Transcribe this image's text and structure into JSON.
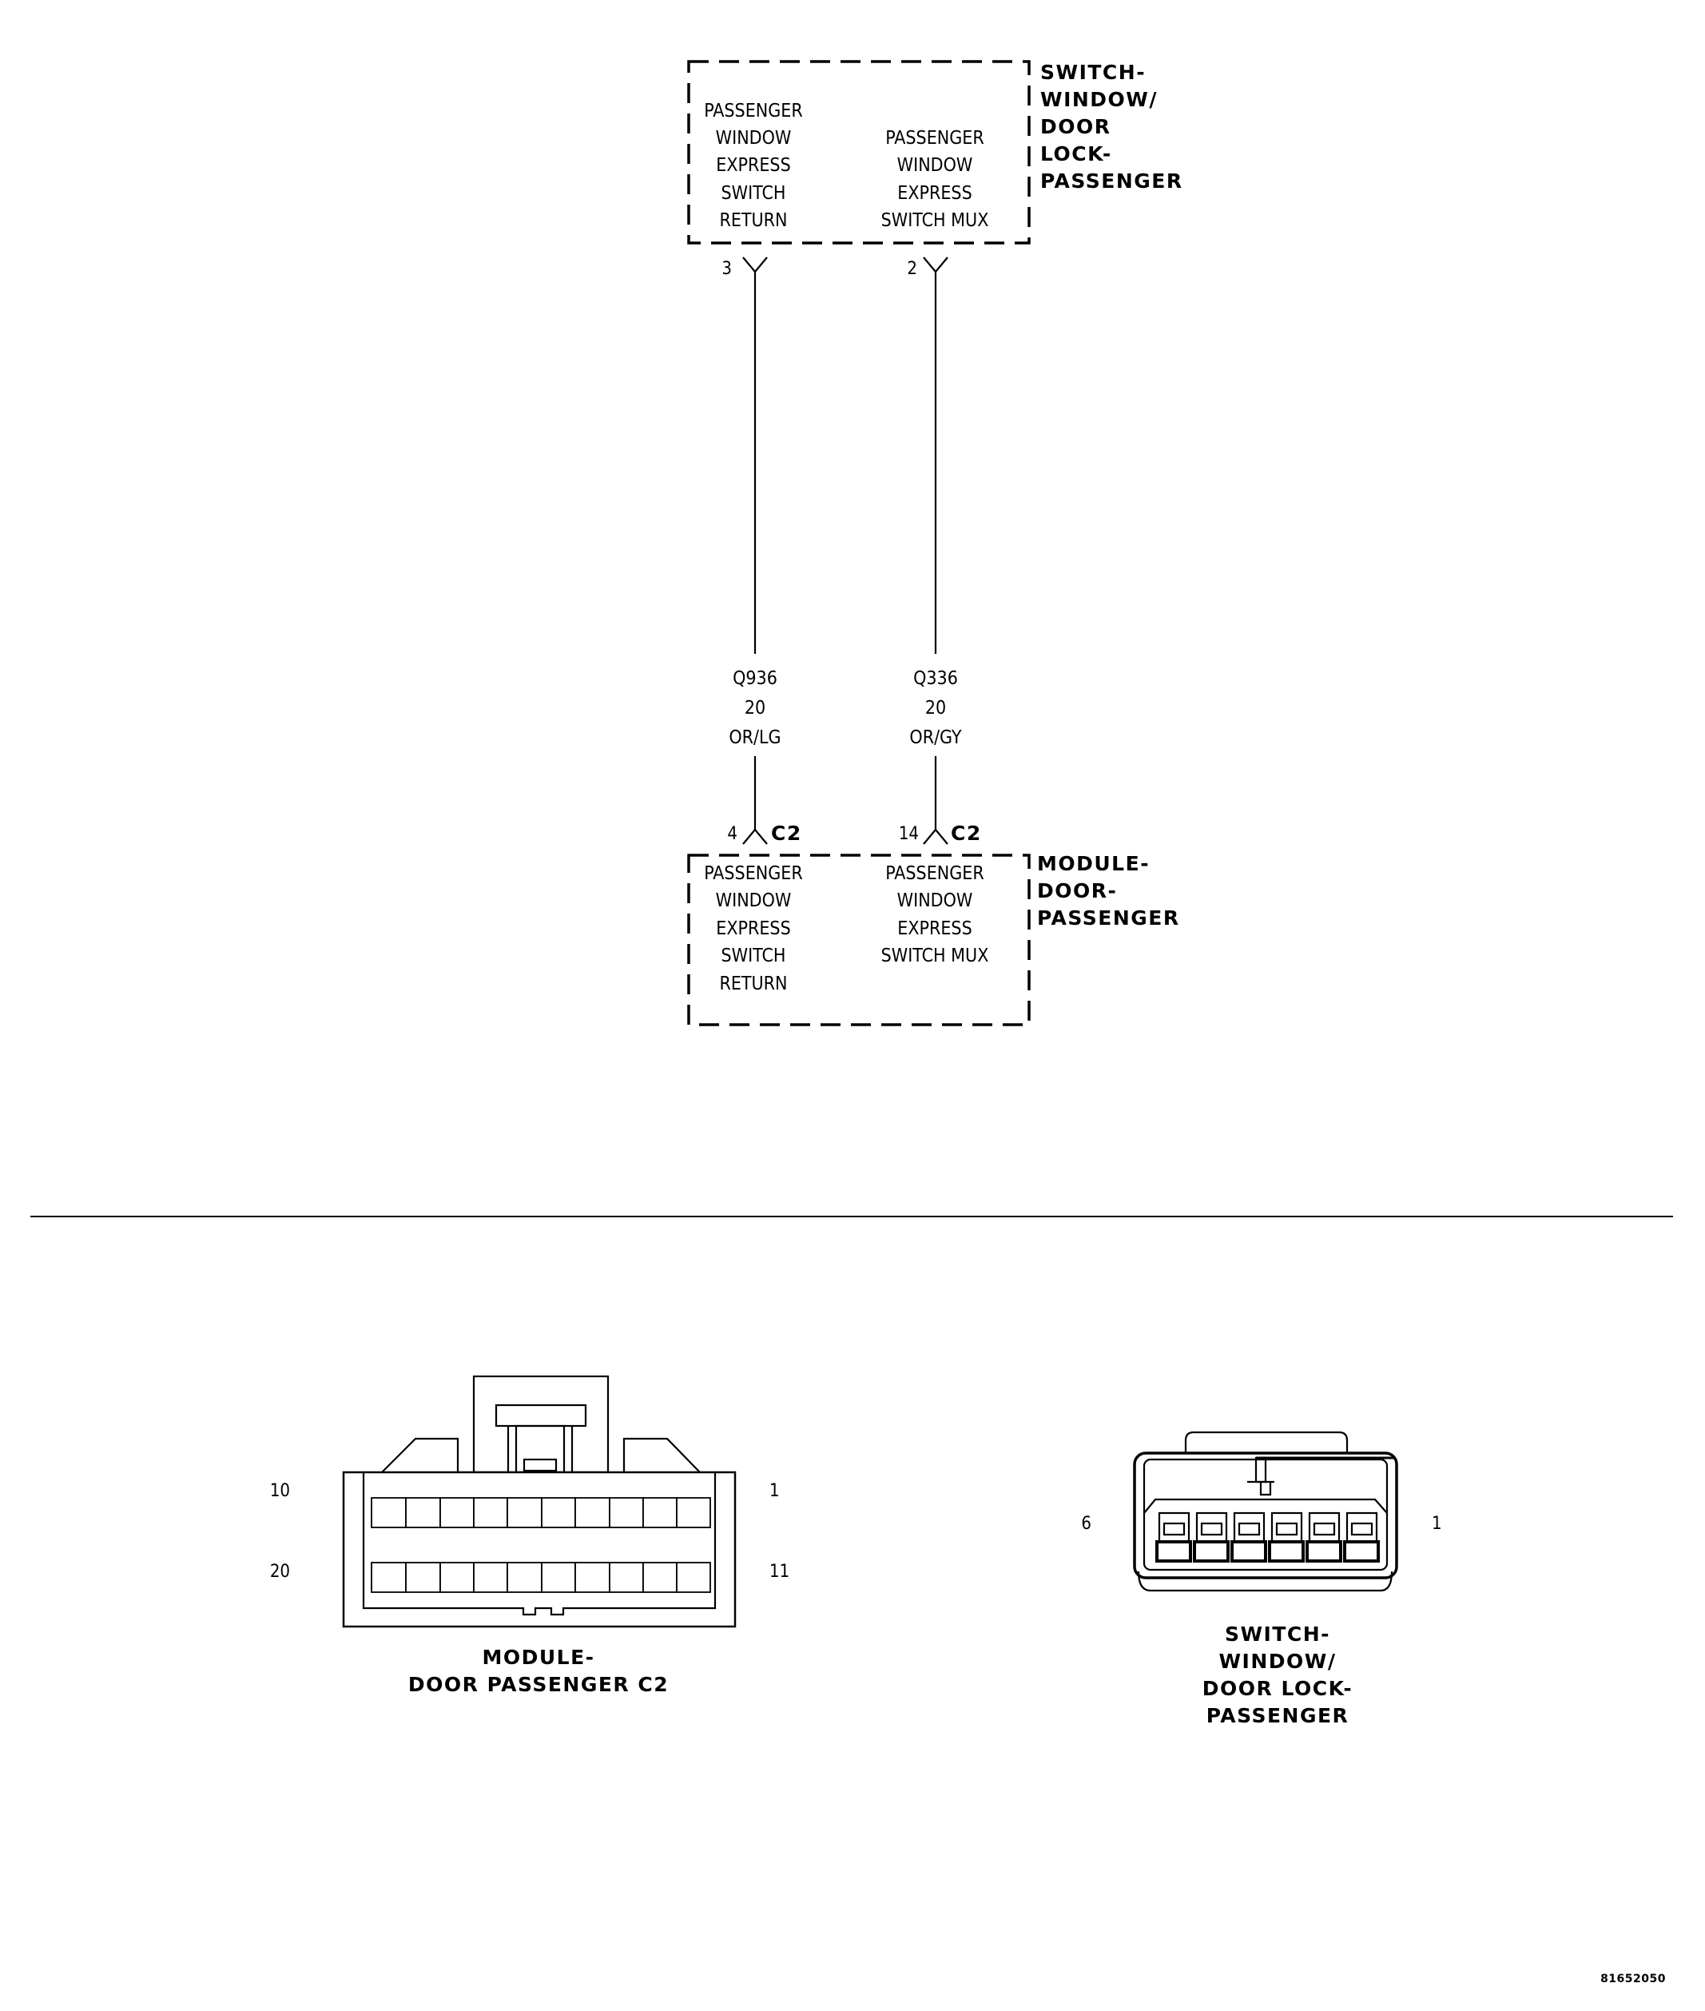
{
  "switch_component": {
    "name_lines": [
      "SWITCH-",
      "WINDOW/",
      "DOOR",
      "LOCK-",
      "PASSENGER"
    ],
    "left_circuit": [
      "PASSENGER",
      "WINDOW",
      "EXPRESS",
      "SWITCH",
      "RETURN"
    ],
    "right_circuit": [
      "PASSENGER",
      "WINDOW",
      "EXPRESS",
      "SWITCH MUX"
    ],
    "left_pin": "3",
    "right_pin": "2"
  },
  "wires": [
    {
      "circuit": "Q936",
      "gauge": "20",
      "color": "OR/LG"
    },
    {
      "circuit": "Q336",
      "gauge": "20",
      "color": "OR/GY"
    }
  ],
  "module_component": {
    "name_lines": [
      "MODULE-",
      "DOOR-",
      "PASSENGER"
    ],
    "left_circuit": [
      "PASSENGER",
      "WINDOW",
      "EXPRESS",
      "SWITCH",
      "RETURN"
    ],
    "right_circuit": [
      "PASSENGER",
      "WINDOW",
      "EXPRESS",
      "SWITCH MUX"
    ],
    "left_pin": "4",
    "right_pin": "14",
    "connector": "C2"
  },
  "connector_views": {
    "module": {
      "label_lines": [
        "MODULE-",
        "DOOR PASSENGER C2"
      ],
      "pin_top_left": "10",
      "pin_top_right": "1",
      "pin_bottom_left": "20",
      "pin_bottom_right": "11"
    },
    "switch": {
      "label_lines": [
        "SWITCH-",
        "WINDOW/",
        "DOOR LOCK-",
        "PASSENGER"
      ],
      "pin_left": "6",
      "pin_right": "1"
    }
  },
  "figure_id": "81652050"
}
